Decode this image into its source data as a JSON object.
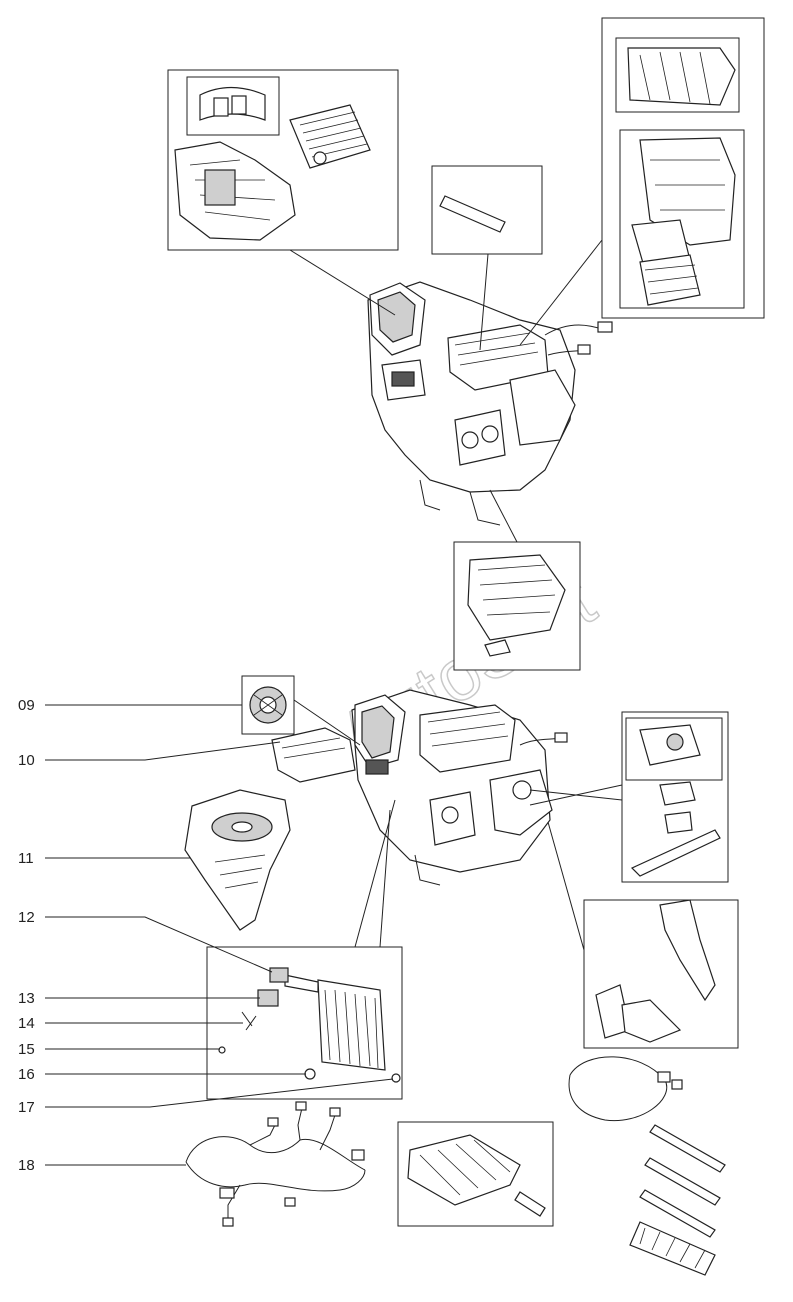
{
  "watermark": "AutoSoft",
  "callouts": [
    {
      "id": "09",
      "label": "09"
    },
    {
      "id": "10",
      "label": "10"
    },
    {
      "id": "11",
      "label": "11"
    },
    {
      "id": "12",
      "label": "12"
    },
    {
      "id": "13",
      "label": "13"
    },
    {
      "id": "14",
      "label": "14"
    },
    {
      "id": "15",
      "label": "15"
    },
    {
      "id": "16",
      "label": "16"
    },
    {
      "id": "17",
      "label": "17"
    },
    {
      "id": "18",
      "label": "18"
    }
  ]
}
